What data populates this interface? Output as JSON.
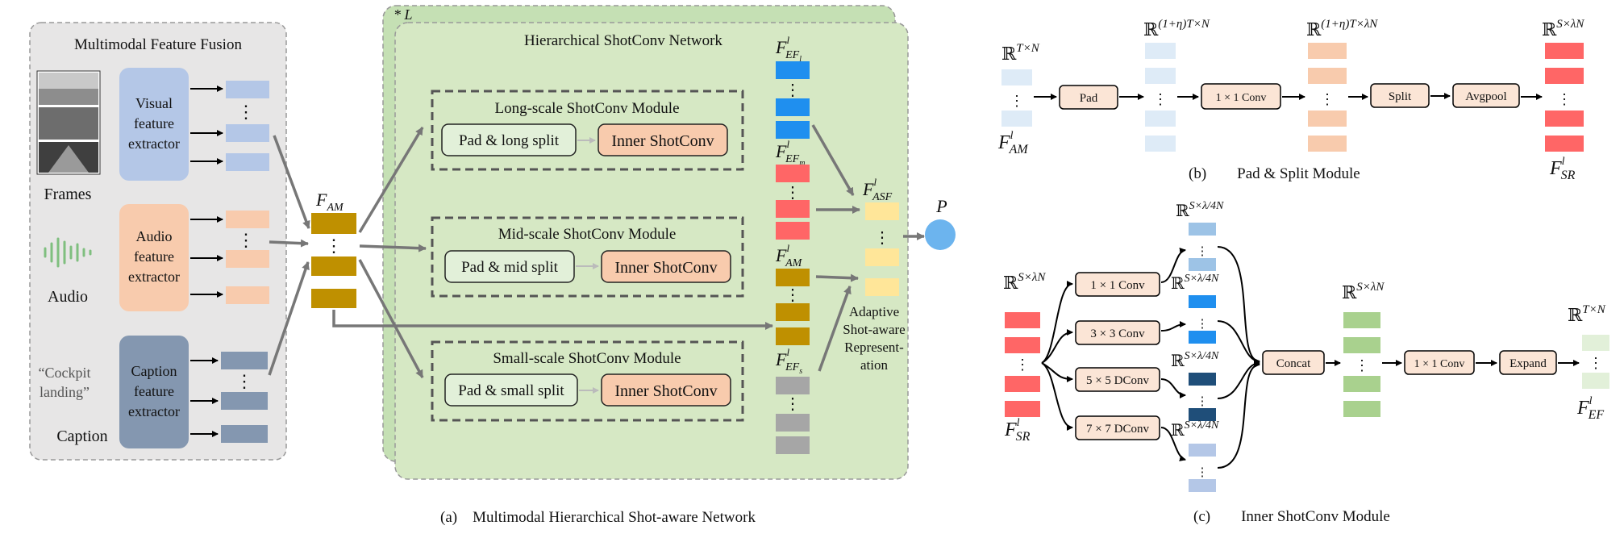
{
  "panel_a": {
    "fusion_title": "Multimodal Feature Fusion",
    "frames_label": "Frames",
    "audio_label": "Audio",
    "caption_label": "Caption",
    "caption_quote_line1": "“Cockpit",
    "caption_quote_line2": "landing”",
    "visual_extractor": [
      "Visual",
      "feature",
      "extractor"
    ],
    "audio_extractor": [
      "Audio",
      "feature",
      "extractor"
    ],
    "caption_extractor": [
      "Caption",
      "feature",
      "extractor"
    ],
    "fam_label": "F",
    "fam_sub": "AM",
    "repeat_label": "* L",
    "hier_title": "Hierarchical ShotConv Network",
    "long_module": "Long-scale ShotConv Module",
    "mid_module": "Mid-scale ShotConv Module",
    "small_module": "Small-scale ShotConv Module",
    "long_split": "Pad & long split",
    "mid_split": "Pad & mid split",
    "small_split": "Pad & small split",
    "inner_shotconv": "Inner ShotConv",
    "f_efl_sub": "EF",
    "f_efl_subsub": "l",
    "f_efm_subsub": "m",
    "f_efs_subsub": "s",
    "f_asf_sub": "ASF",
    "sup_l": "l",
    "p_label": "P",
    "adaptive": [
      "Adaptive",
      "Shot-aware",
      "Represent-",
      "ation"
    ],
    "caption": "(a)    Multimodal Hierarchical Shot-aware Network"
  },
  "panel_b": {
    "r_txn": "T×N",
    "r_pad": "(1+η)T×N",
    "r_conv": "(1+η)T×λN",
    "r_out": "S×λN",
    "pad": "Pad",
    "conv": "1 × 1 Conv",
    "split": "Split",
    "avgpool": "Avgpool",
    "fam_sub": "AM",
    "fsr_sub": "SR",
    "caption": "(b)        Pad & Split Module"
  },
  "panel_c": {
    "r_in": "S×λN",
    "r_branch": "S×λ/4N",
    "r_mid": "S×λN",
    "r_out": "T×N",
    "conv1": "1 × 1 Conv",
    "conv3": "3 × 3 Conv",
    "dconv5": "5 × 5 DConv",
    "dconv7": "7 × 7 DConv",
    "concat": "Concat",
    "conv_out": "1 × 1 Conv",
    "expand": "Expand",
    "fsr_sub": "SR",
    "fef_sub": "EF",
    "caption": "(c)        Inner ShotConv Module"
  },
  "colors": {
    "visual": "#b4c7e7",
    "audio": "#f8cbad",
    "caption": "#8497b0",
    "fam": "#bf9000",
    "blue": "#1f8fef",
    "red": "#ff6666",
    "gray": "#a6a6a6",
    "yellow": "#ffe699",
    "green_bg": "#d6e8c4",
    "fusion_bg": "#e7e6e6",
    "op_box": "#fbe5d6",
    "p_circle": "#6cb4ee"
  }
}
